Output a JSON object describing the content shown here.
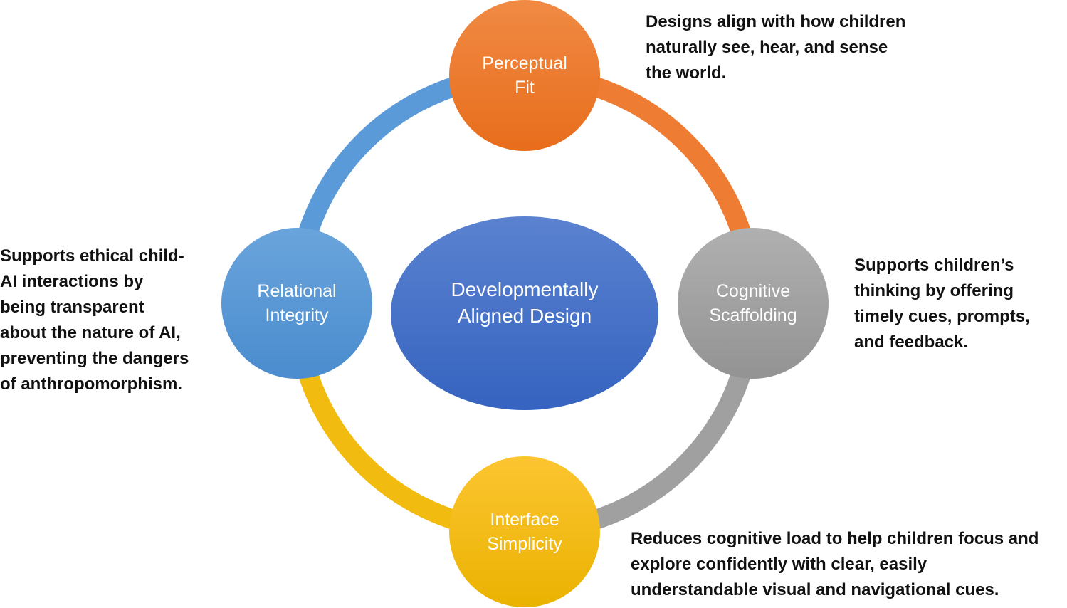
{
  "diagram": {
    "title": "Developmentally Aligned Design",
    "center": {
      "lines": [
        "Developmentally",
        "Aligned Design"
      ],
      "color_top": "#5a82d0",
      "color_bottom": "#3563bf"
    },
    "nodes": [
      {
        "id": "perceptual-fit",
        "position": "top",
        "lines": [
          "Perceptual",
          "Fit"
        ],
        "description": "Designs align with how children\nnaturally see, hear, and sense\nthe world.",
        "color_top": "#f08a44",
        "color_bottom": "#e86d1c"
      },
      {
        "id": "cognitive-scaffolding",
        "position": "right",
        "lines": [
          "Cognitive",
          "Scaffolding"
        ],
        "description": "Supports children’s\nthinking by offering\ntimely cues, prompts,\nand feedback.",
        "color_top": "#b0b0b0",
        "color_bottom": "#939393"
      },
      {
        "id": "interface-simplicity",
        "position": "bottom",
        "lines": [
          "Interface",
          "Simplicity"
        ],
        "description": "Reduces cognitive load to help children focus and\nexplore confidently with clear, easily\nunderstandable visual and navigational cues.",
        "color_top": "#fcc531",
        "color_bottom": "#eab200"
      },
      {
        "id": "relational-integrity",
        "position": "left",
        "lines": [
          "Relational",
          "Integrity"
        ],
        "description": "Supports ethical child-\nAI interactions by\nbeing transparent\nabout the nature of AI,\npreventing the dangers\nof anthropomorphism.",
        "color_top": "#6aa4dc",
        "color_bottom": "#4a8cce"
      }
    ],
    "arcs": [
      {
        "from": "perceptual-fit",
        "to": "cognitive-scaffolding",
        "color": "#ee7d33"
      },
      {
        "from": "cognitive-scaffolding",
        "to": "interface-simplicity",
        "color": "#a0a0a0"
      },
      {
        "from": "interface-simplicity",
        "to": "relational-integrity",
        "color": "#f2bb10"
      },
      {
        "from": "relational-integrity",
        "to": "perceptual-fit",
        "color": "#5b9ad8"
      }
    ]
  }
}
